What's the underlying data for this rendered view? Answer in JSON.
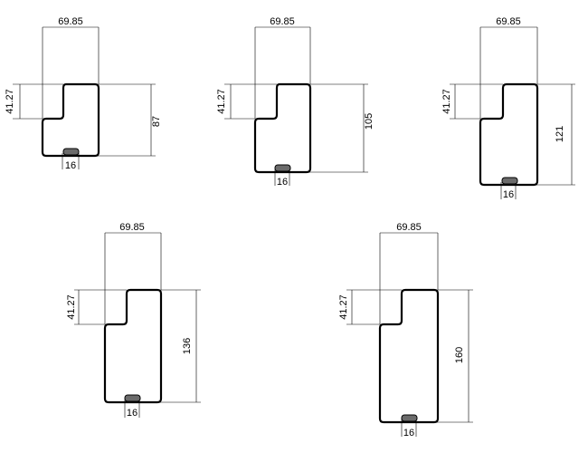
{
  "profiles": [
    {
      "id": "p87",
      "top_width": "69.85",
      "rebate_depth": "41.27",
      "slot_width": "16",
      "height": "87"
    },
    {
      "id": "p105",
      "top_width": "69.85",
      "rebate_depth": "41.27",
      "slot_width": "16",
      "height": "105"
    },
    {
      "id": "p121",
      "top_width": "69.85",
      "rebate_depth": "41.27",
      "slot_width": "16",
      "height": "121"
    },
    {
      "id": "p136",
      "top_width": "69.85",
      "rebate_depth": "41.27",
      "slot_width": "16",
      "height": "136"
    },
    {
      "id": "p160",
      "top_width": "69.85",
      "rebate_depth": "41.27",
      "slot_width": "16",
      "height": "160"
    }
  ]
}
